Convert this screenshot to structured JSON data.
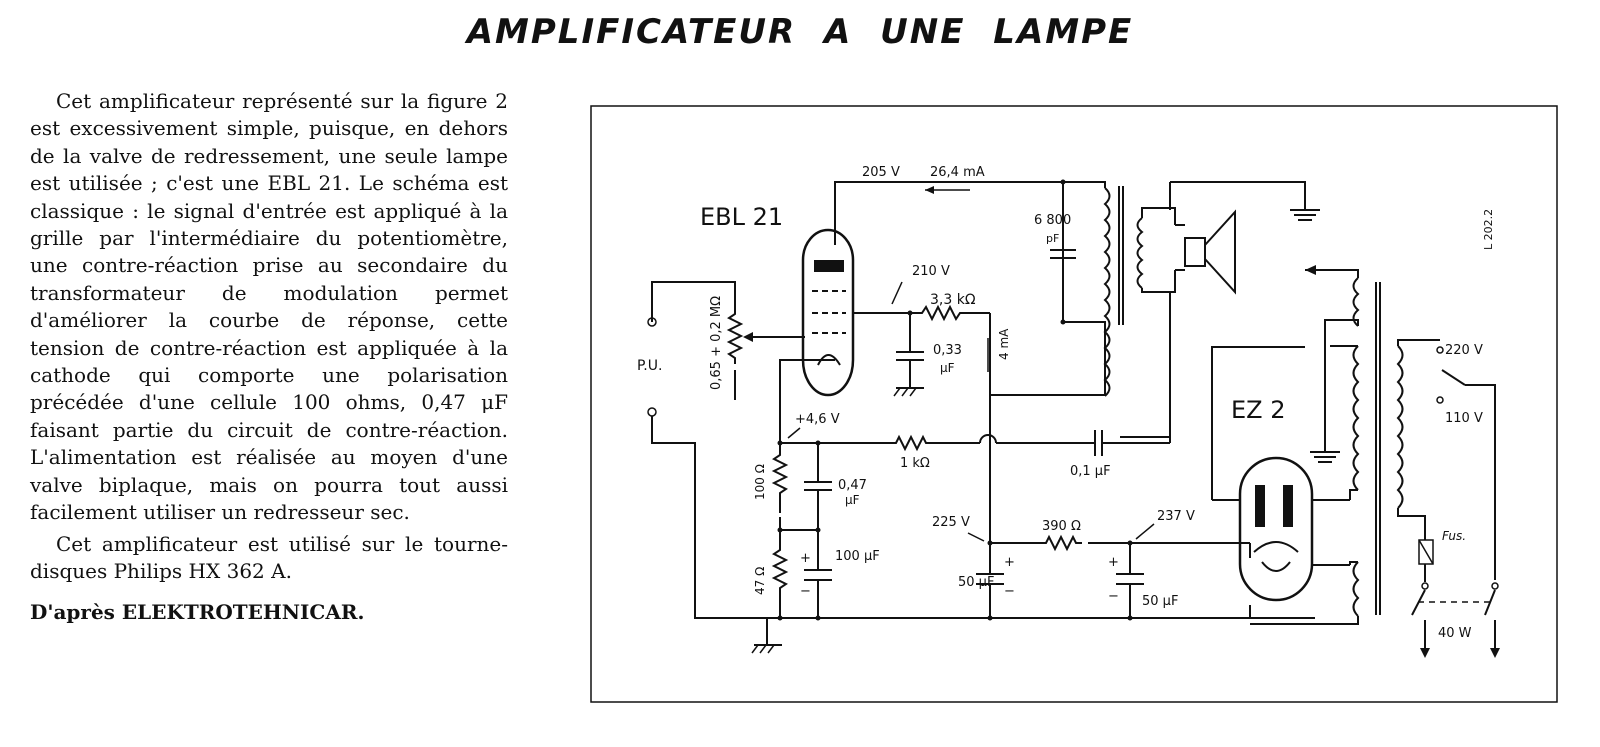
{
  "title": "AMPLIFICATEUR A UNE LAMPE",
  "article": {
    "para1": "Cet amplificateur représenté sur la figure 2 est excessivement simple, puisque, en dehors de la valve de redressement, une seule lampe est utilisée ; c'est une EBL 21. Le schéma est classique : le signal d'entrée est appliqué à la grille par l'intermédiaire du potentiomètre, une contre-réaction prise au secondaire du transformateur de modulation permet d'améliorer la courbe de réponse, cette tension de contre-réaction est appliquée à la cathode qui comporte une polarisation précédée d'une cellule 100 ohms, 0,47 μF faisant partie du circuit de contre-réaction. L'alimentation est réalisée au moyen d'une valve biplaque, mais on pourra tout aussi facilement utiliser un redresseur sec.",
    "para2": "Cet amplificateur est utilisé sur le tourne-disques Philips HX 362 A.",
    "credit": "D'après ELEKTROTEHNICAR."
  },
  "schematic": {
    "tube1": "EBL 21",
    "tube2": "EZ 2",
    "v205": "205 V",
    "i26": "26,4 mA",
    "c6800": "6 800",
    "pf": "pF",
    "v210": "210 V",
    "r33": "3,3 kΩ",
    "c033": "0,33",
    "uf": "μF",
    "i4": "4 mA",
    "pot": "0,65 + 0,2 MΩ",
    "pu": "P.U.",
    "v46": "+4,6 V",
    "r1k": "1 kΩ",
    "c01": "0,1 μF",
    "r100": "100 Ω",
    "c047": "0,47",
    "r47": "47 Ω",
    "c100": "100 μF",
    "v225": "225 V",
    "r390": "390 Ω",
    "v237": "237 V",
    "c50a": "50 μF",
    "c50b": "50 μF",
    "v220": "220 V",
    "v110": "110 V",
    "fus": "Fus.",
    "w40": "40 W",
    "ref": "L 202.2",
    "plus": "+",
    "minus": "−"
  }
}
